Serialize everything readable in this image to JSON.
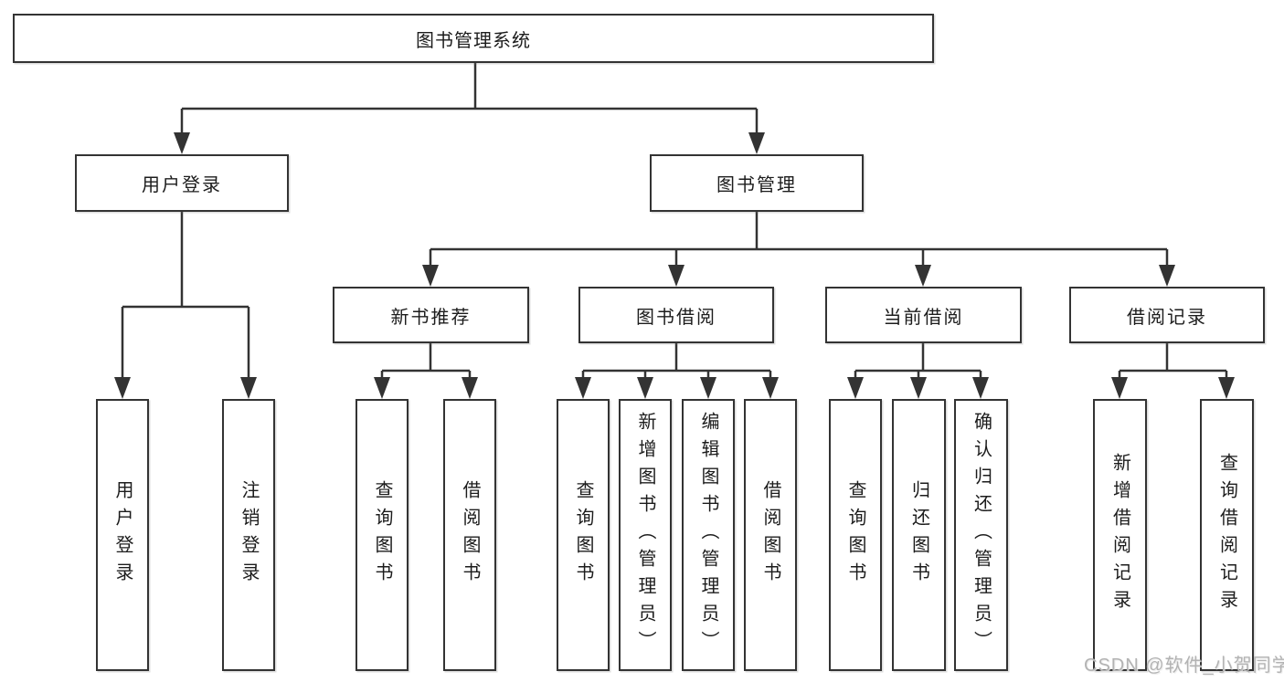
{
  "diagram": {
    "root": "图书管理系统",
    "branches": [
      {
        "label": "用户登录",
        "children": [
          "用户登录",
          "注销登录"
        ]
      },
      {
        "label": "图书管理",
        "children": [
          {
            "label": "新书推荐",
            "children": [
              "查询图书",
              "借阅图书"
            ]
          },
          {
            "label": "图书借阅",
            "children": [
              "查询图书",
              "新增图书（管理员）",
              "编辑图书（管理员）",
              "借阅图书"
            ]
          },
          {
            "label": "当前借阅",
            "children": [
              "查询图书",
              "归还图书",
              "确认归还（管理员）"
            ]
          },
          {
            "label": "借阅记录",
            "children": [
              "新增借阅记录",
              "查询借阅记录"
            ]
          }
        ]
      }
    ]
  },
  "watermark": {
    "text": "CSDN @软件_小贺同学"
  },
  "colors": {
    "line": "#333333",
    "box_border": "#333333",
    "box_background": "#ffffff",
    "text": "#1c1c1c",
    "watermark": "#b3b3b3"
  }
}
